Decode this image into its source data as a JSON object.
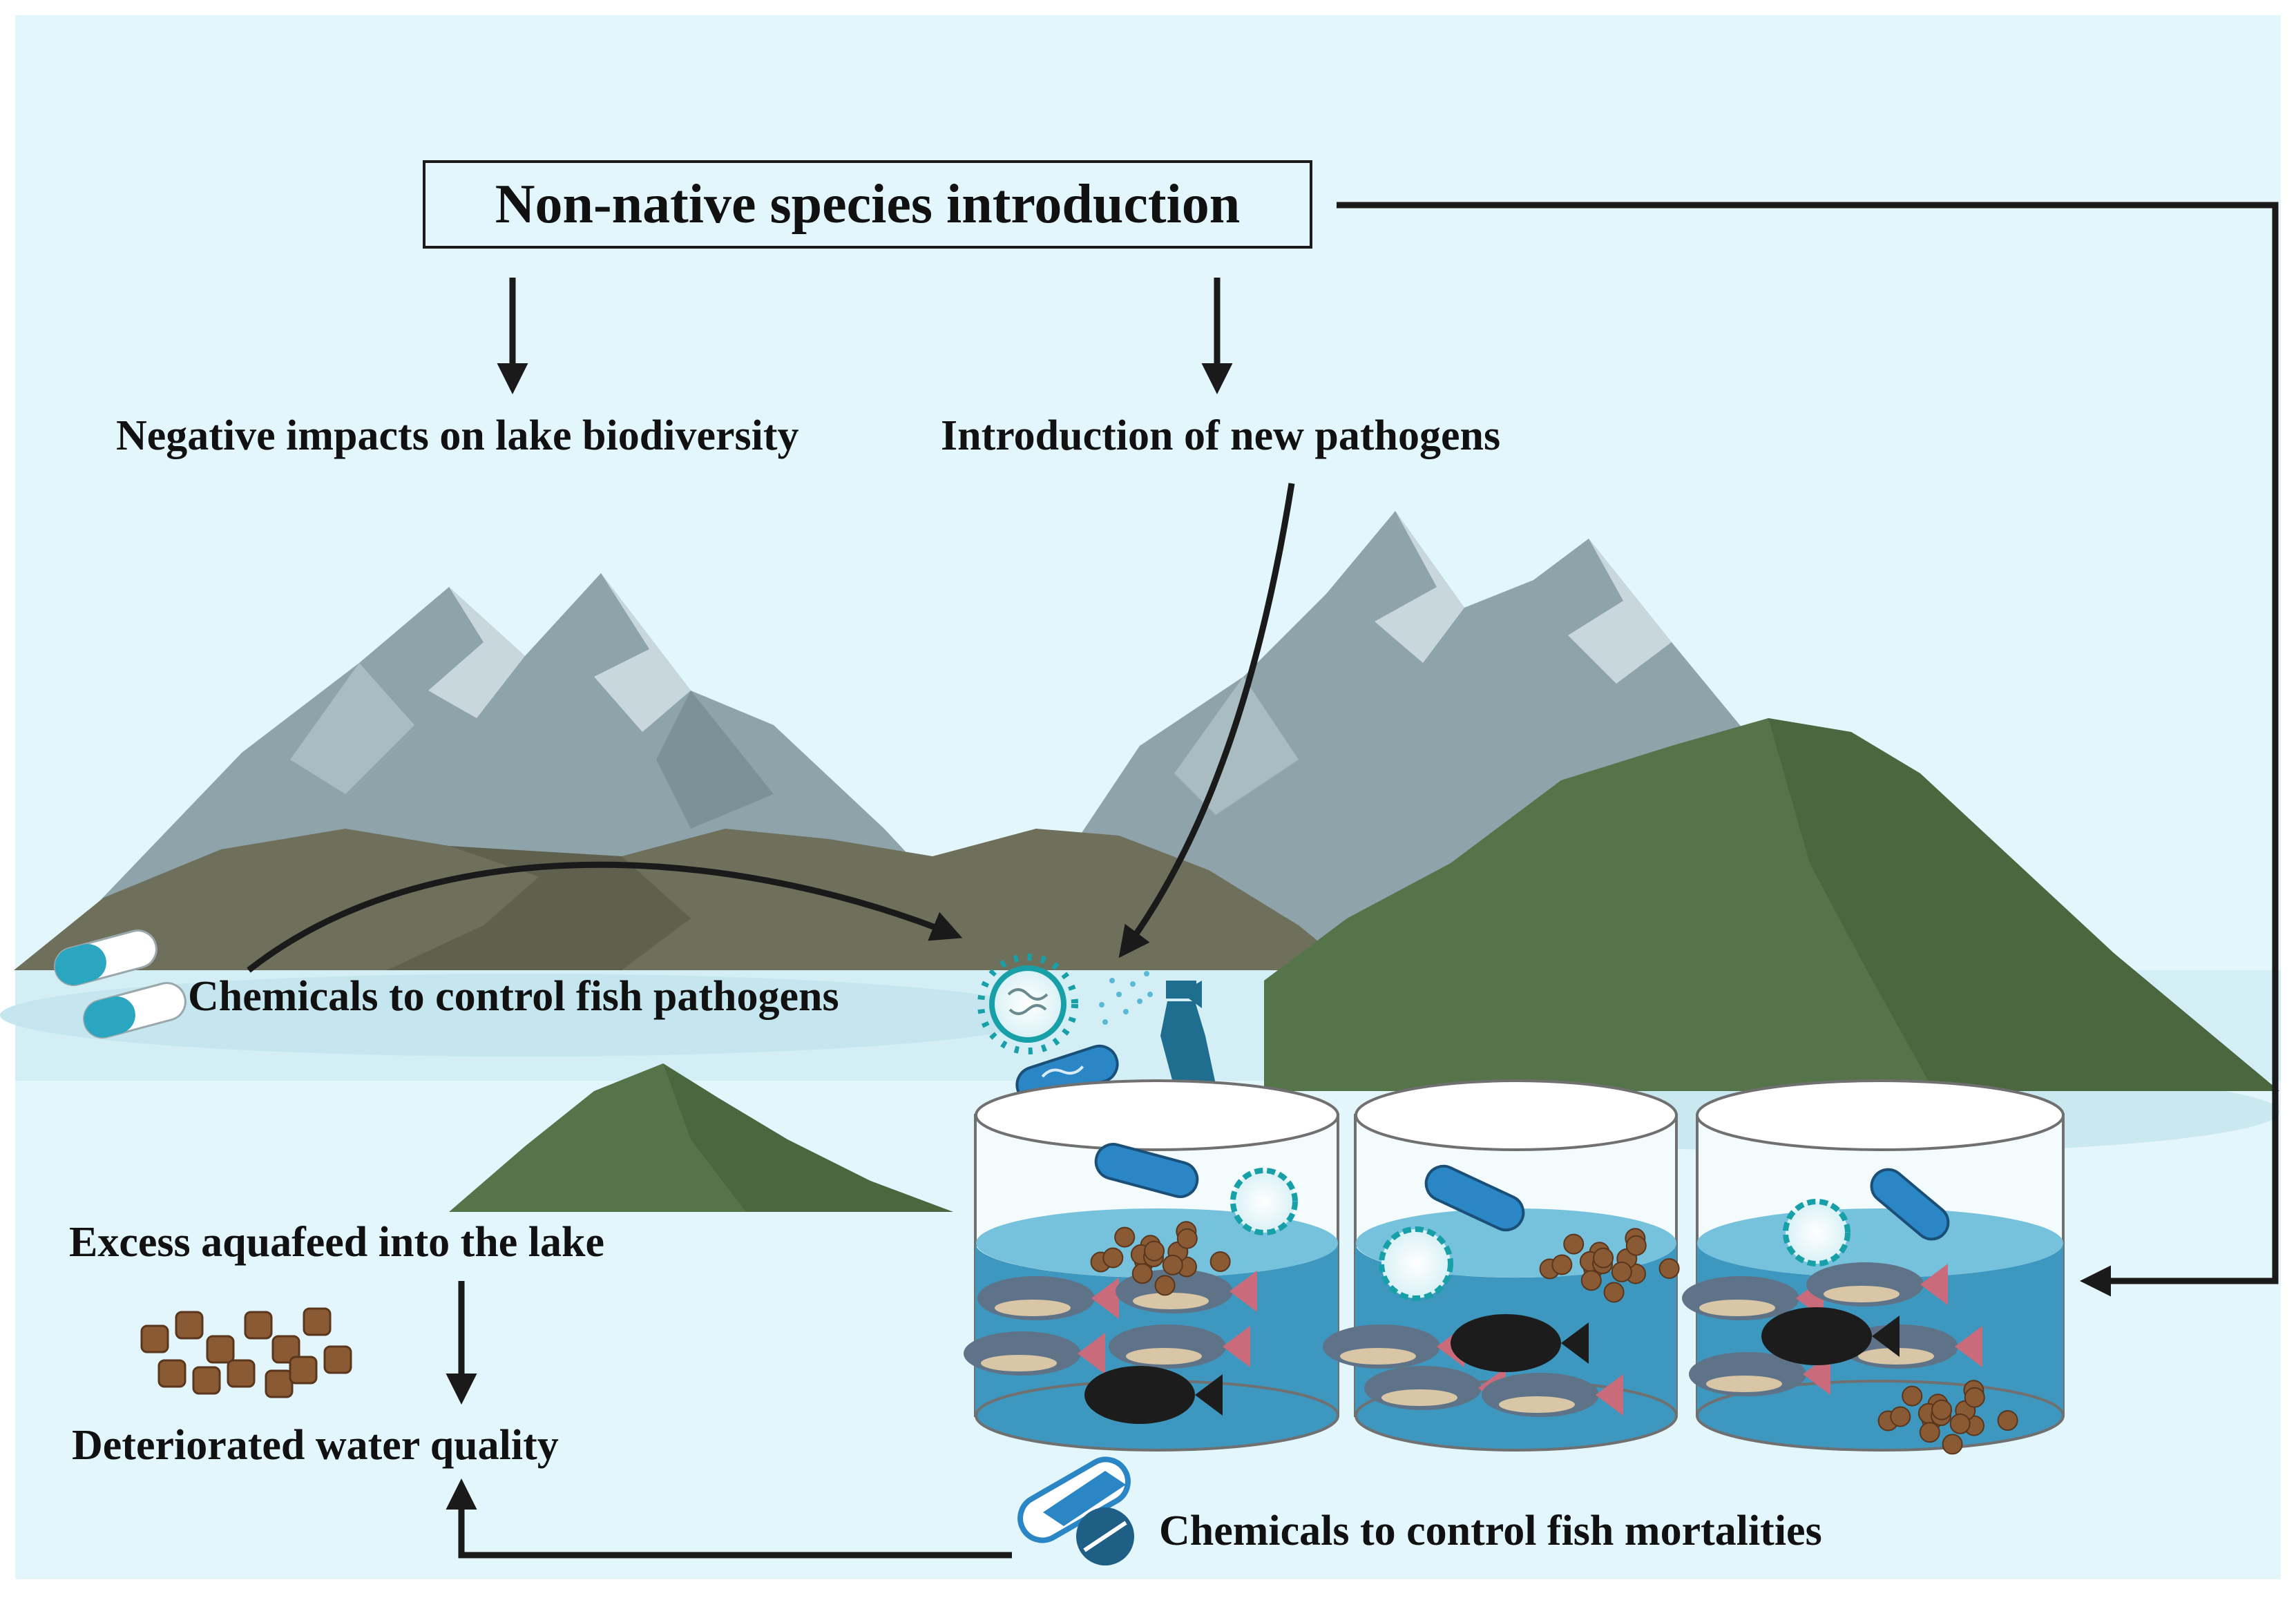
{
  "diagram": {
    "title": "Non-native species introduction",
    "labels": {
      "biodiversity": "Negative impacts on lake biodiversity",
      "pathogens": "Introduction of new pathogens",
      "chem_pathogens": "Chemicals to control fish pathogens",
      "aquafeed": "Excess aquafeed into the lake",
      "water_quality": "Deteriorated water quality",
      "chem_mortalities": "Chemicals to control fish mortalities"
    }
  },
  "colors": {
    "sky": "#e2f6fb",
    "water": "#c9ebf2",
    "mountain_far": "#8ea3aa",
    "mountain_snow": "#c7d7db",
    "hill_brown": "#6f705c",
    "hill_green": "#55744a",
    "tank_water": "#3d97bf",
    "capsule": "#2aa6c0",
    "feed": "#8a5a34",
    "arrow": "#1a1a1a"
  }
}
